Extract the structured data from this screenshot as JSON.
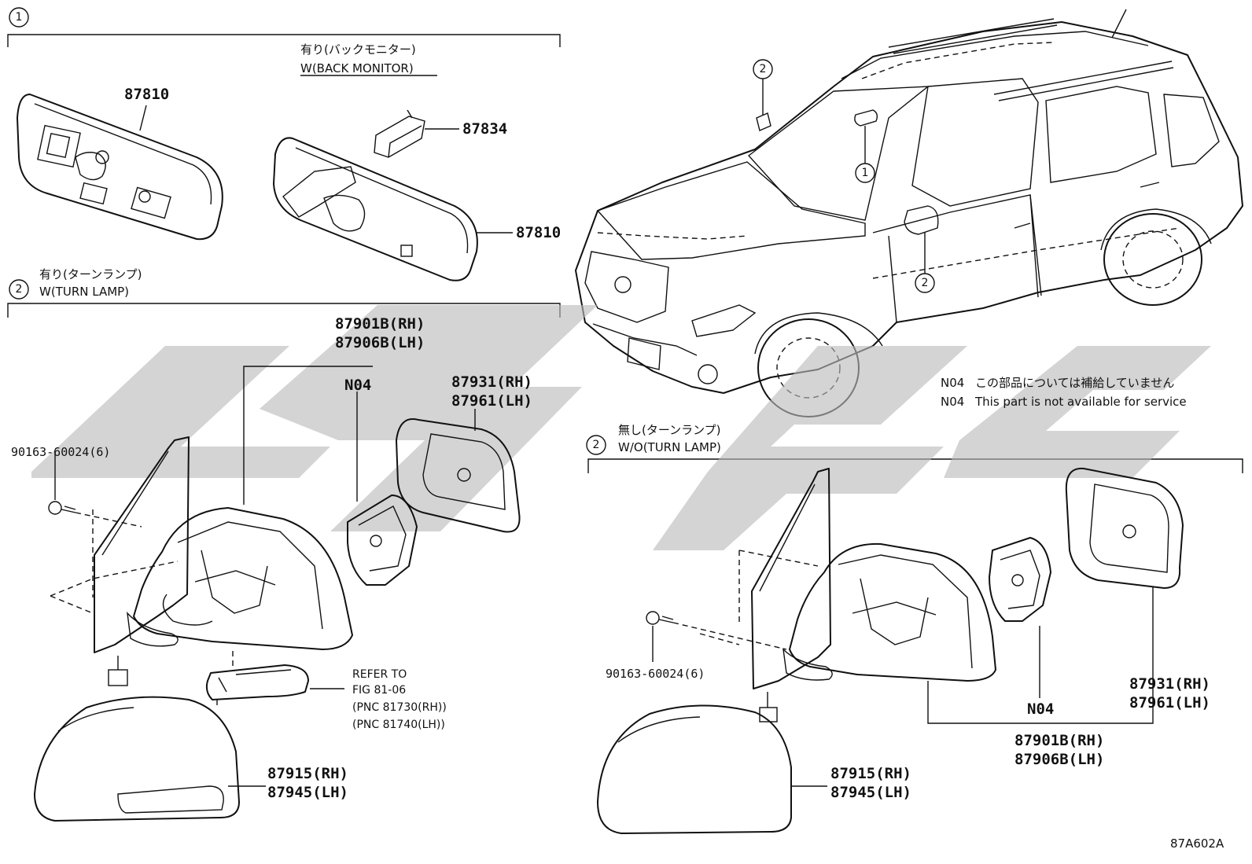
{
  "groups": {
    "g1": {
      "number": "1",
      "label_jp": "有り(バックモニター)",
      "label_en": "W(BACK MONITOR)"
    },
    "g2a": {
      "number": "2",
      "label_jp": "有り(ターンランプ)",
      "label_en": "W(TURN LAMP)"
    },
    "g2b": {
      "number": "2",
      "label_jp": "無し(ターンランプ)",
      "label_en": "W/O(TURN LAMP)"
    }
  },
  "car_callouts": {
    "c1": "1",
    "c2": "2",
    "c3": "2"
  },
  "parts": {
    "p87810a": "87810",
    "p87810b": "87810",
    "p87834": "87834",
    "l87901": "87901B(RH)",
    "l87906": "87906B(LH)",
    "lN04": "N04",
    "l87931": "87931(RH)",
    "l87961": "87961(LH)",
    "l90163": "90163-60024(6)",
    "l87915": "87915(RH)",
    "l87945": "87945(LH)",
    "r87901": "87901B(RH)",
    "r87906": "87906B(LH)",
    "rN04": "N04",
    "r87931": "87931(RH)",
    "r87961": "87961(LH)",
    "r90163": "90163-60024(6)",
    "r87915": "87915(RH)",
    "r87945": "87945(LH)"
  },
  "refer": {
    "line1": "REFER TO",
    "line2": "FIG 81-06",
    "line3": "(PNC 81730(RH))",
    "line4": "(PNC 81740(LH))"
  },
  "notes": {
    "code1": "N04",
    "text_jp": "この部品については補給していません",
    "code2": "N04",
    "text_en": "This part is not available for service"
  },
  "figure_code": "87A602A",
  "watermark": {
    "color": "#b9b9b9"
  }
}
